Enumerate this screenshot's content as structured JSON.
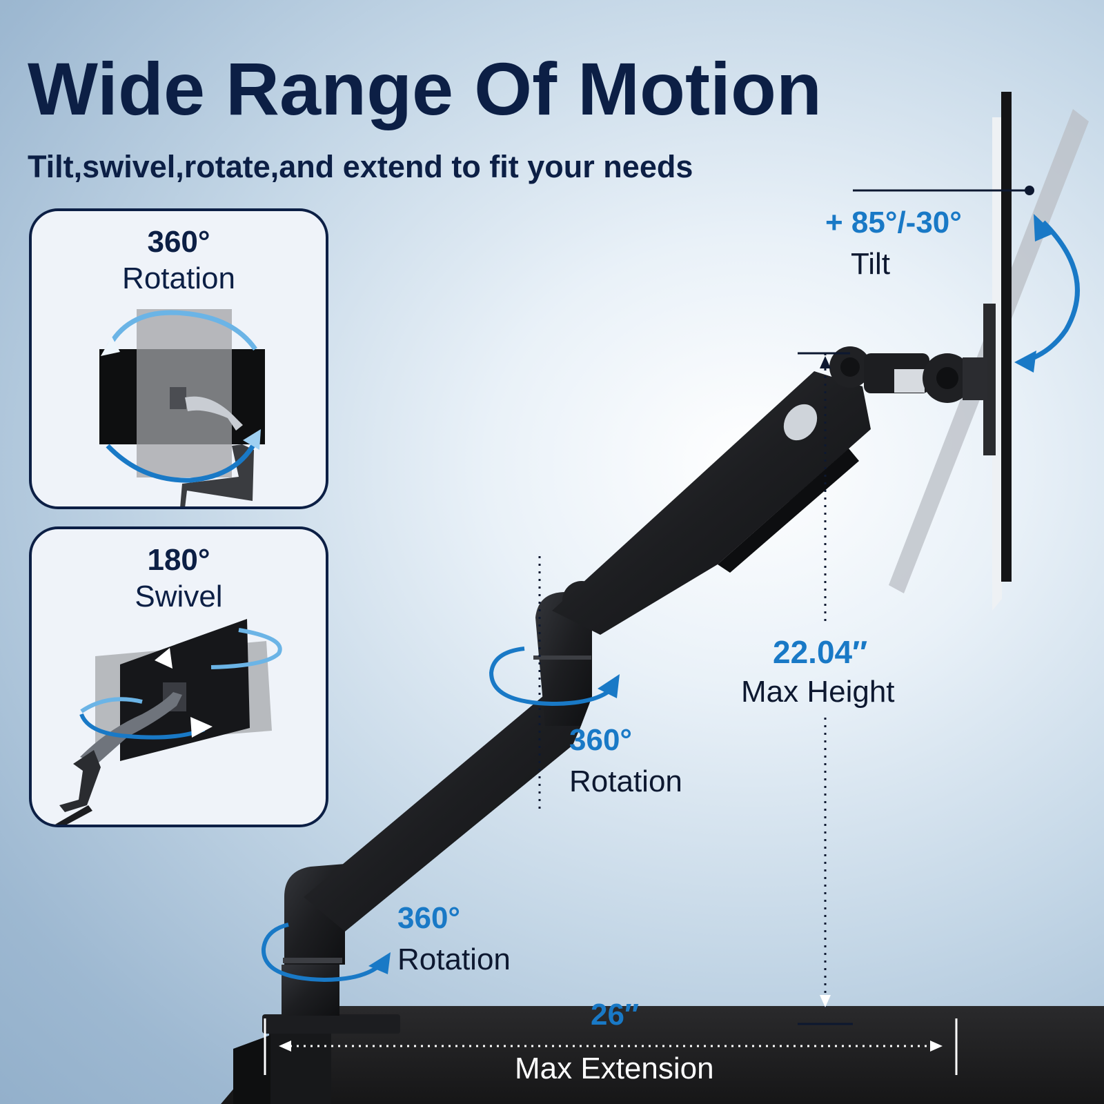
{
  "title": "Wide Range Of Motion",
  "subtitle": "Tilt,swivel,rotate,and extend to fit your needs",
  "cards": {
    "rotation": {
      "value": "360°",
      "label": "Rotation"
    },
    "swivel": {
      "value": "180°",
      "label": "Swivel"
    }
  },
  "callouts": {
    "tilt": {
      "value": "+ 85°/-30°",
      "label": "Tilt"
    },
    "height": {
      "value": "22.04″",
      "label": "Max Height"
    },
    "elbow_rotation": {
      "value": "360°",
      "label": "Rotation"
    },
    "base_rotation": {
      "value": "360°",
      "label": "Rotation"
    },
    "extension": {
      "value": "26″",
      "label": "Max Extension"
    }
  },
  "colors": {
    "navy": "#0c1f45",
    "accent_blue": "#1979c6",
    "arm_black": "#1b1c1f"
  }
}
